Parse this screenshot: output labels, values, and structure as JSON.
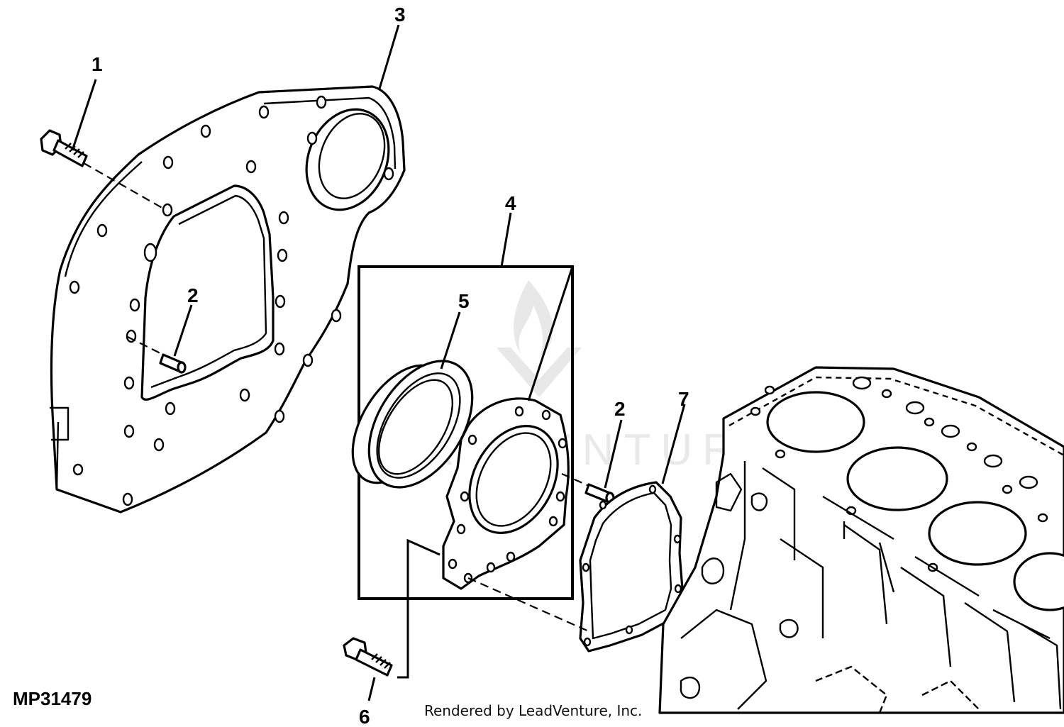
{
  "diagram": {
    "figure_code": "MP31479",
    "credit": "Rendered by LeadVenture, Inc.",
    "watermark": "LEADVENTURE",
    "callouts": {
      "c1": "1",
      "c2a": "2",
      "c2b": "2",
      "c3": "3",
      "c4": "4",
      "c5": "5",
      "c6": "6",
      "c7": "7"
    }
  }
}
